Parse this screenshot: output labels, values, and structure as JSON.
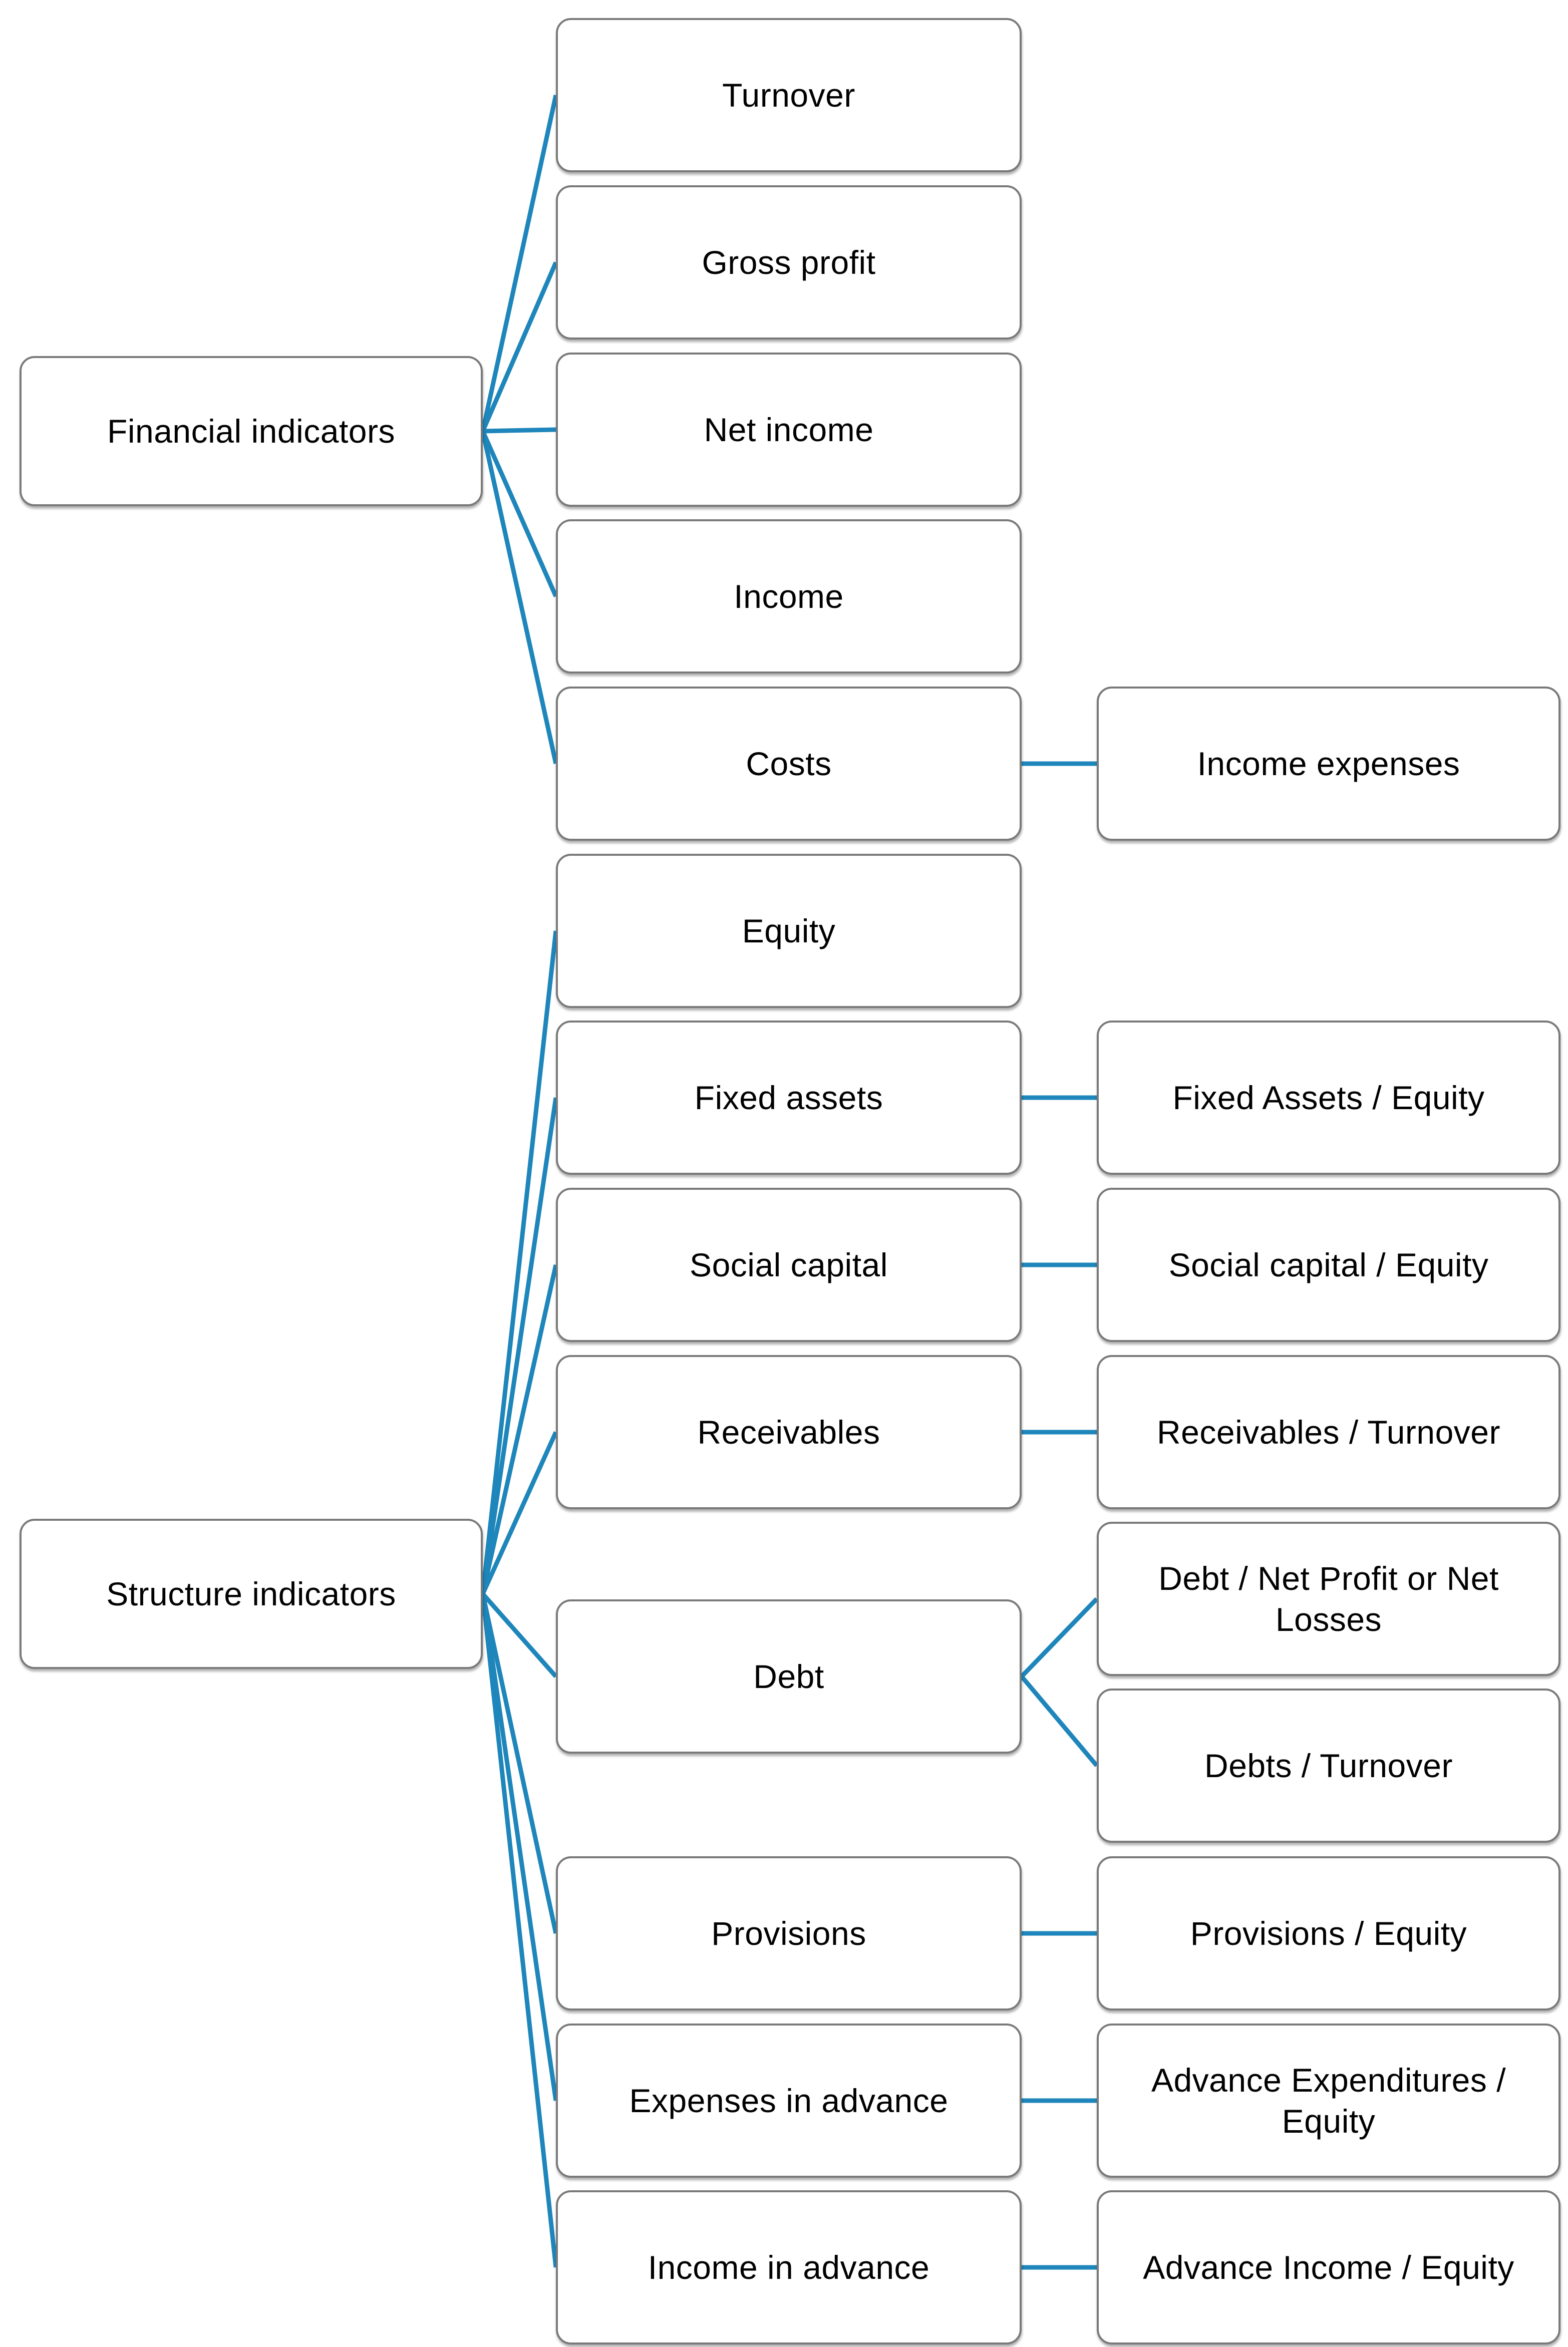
{
  "diagram": {
    "type": "hierarchy-diagram",
    "connector_color": "#1e86bb",
    "box_border_color": "#7a7a7a",
    "box_fill_color": "#ffffff",
    "text_color": "#000000"
  },
  "nodes": {
    "financial_indicators": {
      "label": "Financial indicators"
    },
    "structure_indicators": {
      "label": "Structure indicators"
    },
    "turnover": {
      "label": "Turnover"
    },
    "gross_profit": {
      "label": "Gross profit"
    },
    "net_income": {
      "label": "Net income"
    },
    "income": {
      "label": "Income"
    },
    "costs": {
      "label": "Costs"
    },
    "equity": {
      "label": "Equity"
    },
    "fixed_assets": {
      "label": "Fixed assets"
    },
    "social_capital": {
      "label": "Social capital"
    },
    "receivables": {
      "label": "Receivables"
    },
    "debt": {
      "label": "Debt"
    },
    "provisions": {
      "label": "Provisions"
    },
    "expenses_in_advance": {
      "label": "Expenses in advance"
    },
    "income_in_advance": {
      "label": "Income in advance"
    },
    "income_expenses": {
      "label": "Income expenses"
    },
    "fixed_assets_equity": {
      "label": "Fixed Assets / Equity"
    },
    "social_capital_equity": {
      "label": "Social capital / Equity"
    },
    "receivables_turnover": {
      "label": "Receivables / Turnover"
    },
    "debt_net_profit_or_net_losses": {
      "label": "Debt / Net Profit or Net Losses"
    },
    "debts_turnover": {
      "label": "Debts / Turnover"
    },
    "provisions_equity": {
      "label": "Provisions / Equity"
    },
    "advance_expenditures_equity": {
      "label": "Advance Expenditures / Equity"
    },
    "advance_income_equity": {
      "label": "Advance Income / Equity"
    }
  },
  "edges": [
    {
      "from": "financial_indicators",
      "to": "turnover"
    },
    {
      "from": "financial_indicators",
      "to": "gross_profit"
    },
    {
      "from": "financial_indicators",
      "to": "net_income"
    },
    {
      "from": "financial_indicators",
      "to": "income"
    },
    {
      "from": "financial_indicators",
      "to": "costs"
    },
    {
      "from": "structure_indicators",
      "to": "equity"
    },
    {
      "from": "structure_indicators",
      "to": "fixed_assets"
    },
    {
      "from": "structure_indicators",
      "to": "social_capital"
    },
    {
      "from": "structure_indicators",
      "to": "receivables"
    },
    {
      "from": "structure_indicators",
      "to": "debt"
    },
    {
      "from": "structure_indicators",
      "to": "provisions"
    },
    {
      "from": "structure_indicators",
      "to": "expenses_in_advance"
    },
    {
      "from": "structure_indicators",
      "to": "income_in_advance"
    },
    {
      "from": "costs",
      "to": "income_expenses"
    },
    {
      "from": "fixed_assets",
      "to": "fixed_assets_equity"
    },
    {
      "from": "social_capital",
      "to": "social_capital_equity"
    },
    {
      "from": "receivables",
      "to": "receivables_turnover"
    },
    {
      "from": "debt",
      "to": "debt_net_profit_or_net_losses"
    },
    {
      "from": "debt",
      "to": "debts_turnover"
    },
    {
      "from": "provisions",
      "to": "provisions_equity"
    },
    {
      "from": "expenses_in_advance",
      "to": "advance_expenditures_equity"
    },
    {
      "from": "income_in_advance",
      "to": "advance_income_equity"
    }
  ]
}
